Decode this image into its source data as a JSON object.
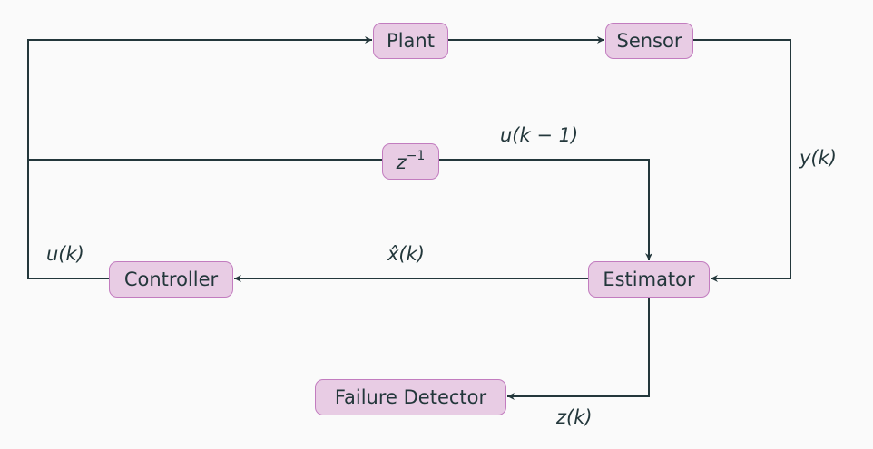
{
  "diagram": {
    "type": "block-diagram",
    "colors": {
      "block_fill": "#e8cce4",
      "block_border": "#c27cbf",
      "wire": "#23373b",
      "background": "#fafafa"
    },
    "blocks": {
      "plant": "Plant",
      "sensor": "Sensor",
      "delay": {
        "base": "z",
        "exponent": "−1"
      },
      "estimator": "Estimator",
      "controller": "Controller",
      "failure_detector": "Failure Detector"
    },
    "signals": {
      "u_k_minus_1": "u(k − 1)",
      "y_k": "y(k)",
      "x_hat_k": "x̂(k)",
      "u_k": "u(k)",
      "z_k": "z(k)"
    },
    "connections": [
      {
        "from": "controller",
        "to": "plant",
        "signal": "u(k)"
      },
      {
        "from": "controller",
        "to": "delay",
        "signal": "u(k)"
      },
      {
        "from": "plant",
        "to": "sensor"
      },
      {
        "from": "sensor",
        "to": "estimator",
        "signal": "y(k)"
      },
      {
        "from": "delay",
        "to": "estimator",
        "signal": "u(k − 1)"
      },
      {
        "from": "estimator",
        "to": "controller",
        "signal": "x̂(k)"
      },
      {
        "from": "estimator",
        "to": "failure_detector",
        "signal": "z(k)"
      }
    ]
  }
}
